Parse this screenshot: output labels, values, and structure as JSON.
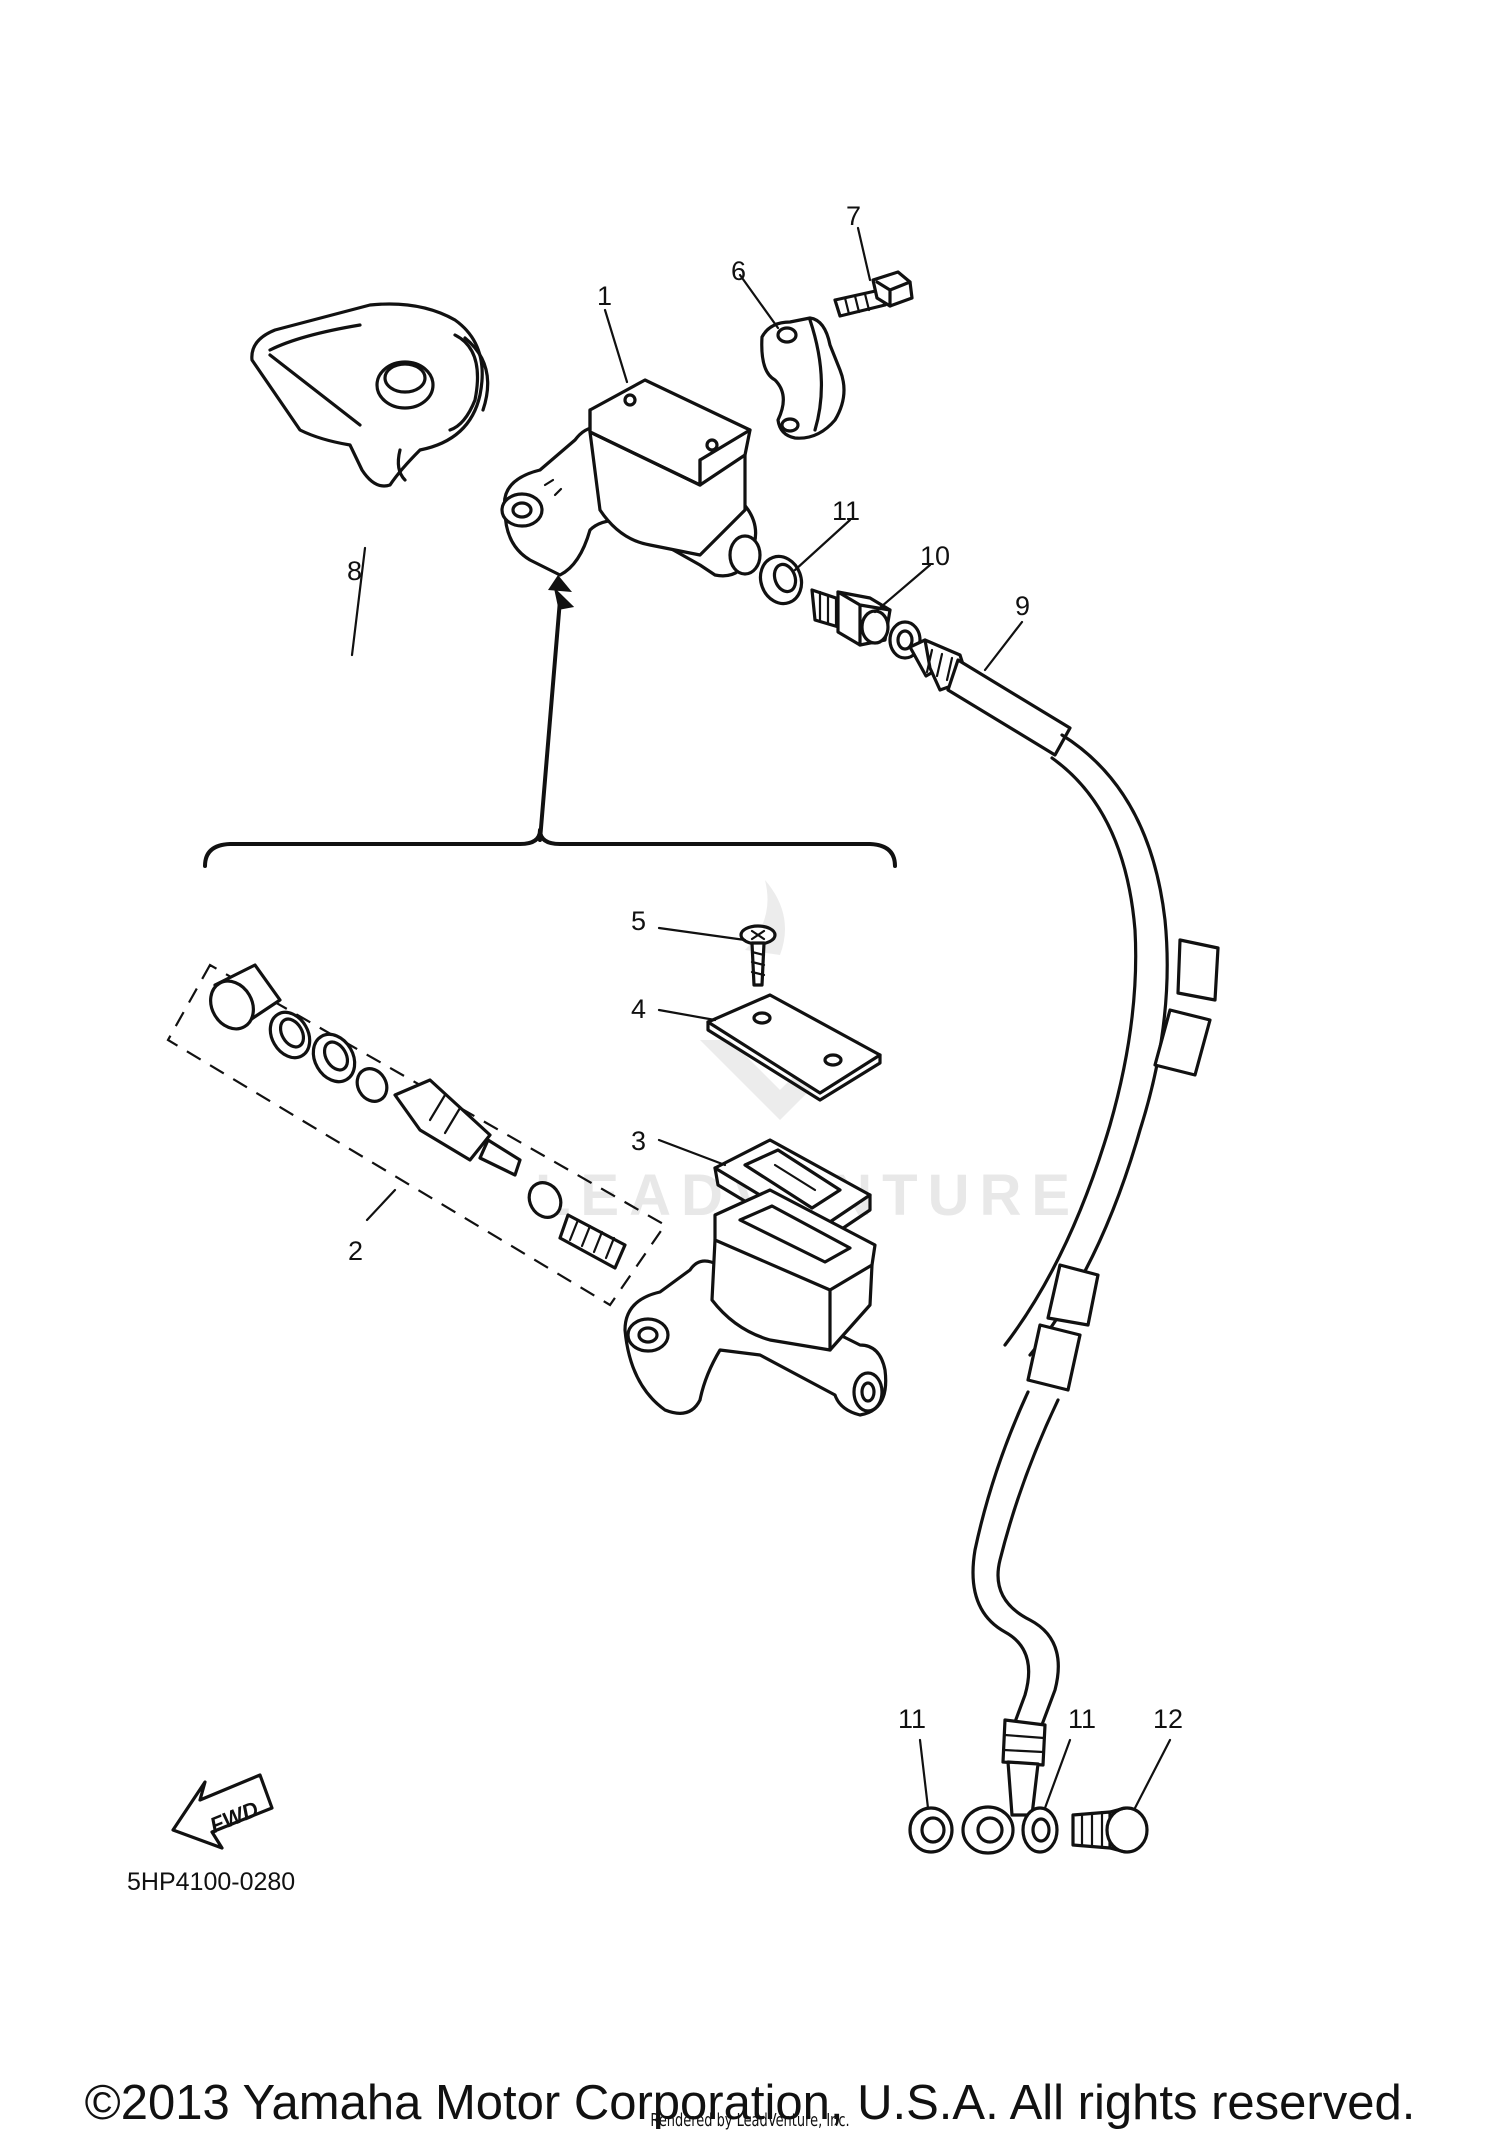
{
  "diagram": {
    "callouts": [
      {
        "id": "1",
        "label": "1"
      },
      {
        "id": "2",
        "label": "2"
      },
      {
        "id": "3",
        "label": "3"
      },
      {
        "id": "4",
        "label": "4"
      },
      {
        "id": "5",
        "label": "5"
      },
      {
        "id": "6",
        "label": "6"
      },
      {
        "id": "7",
        "label": "7"
      },
      {
        "id": "8",
        "label": "8"
      },
      {
        "id": "9",
        "label": "9"
      },
      {
        "id": "10",
        "label": "10"
      },
      {
        "id": "11a",
        "label": "11"
      },
      {
        "id": "11b",
        "label": "11"
      },
      {
        "id": "11c",
        "label": "11"
      },
      {
        "id": "12",
        "label": "12"
      }
    ],
    "fwd_label": "FWD",
    "diagram_code": "5HP4100-0280",
    "watermark": "LEADVENTURE"
  },
  "footer": {
    "copyright": "©2013 Yamaha Motor Corporation, U.S.A. All rights reserved.",
    "rendered_by": "Rendered by LeadVenture, Inc."
  }
}
